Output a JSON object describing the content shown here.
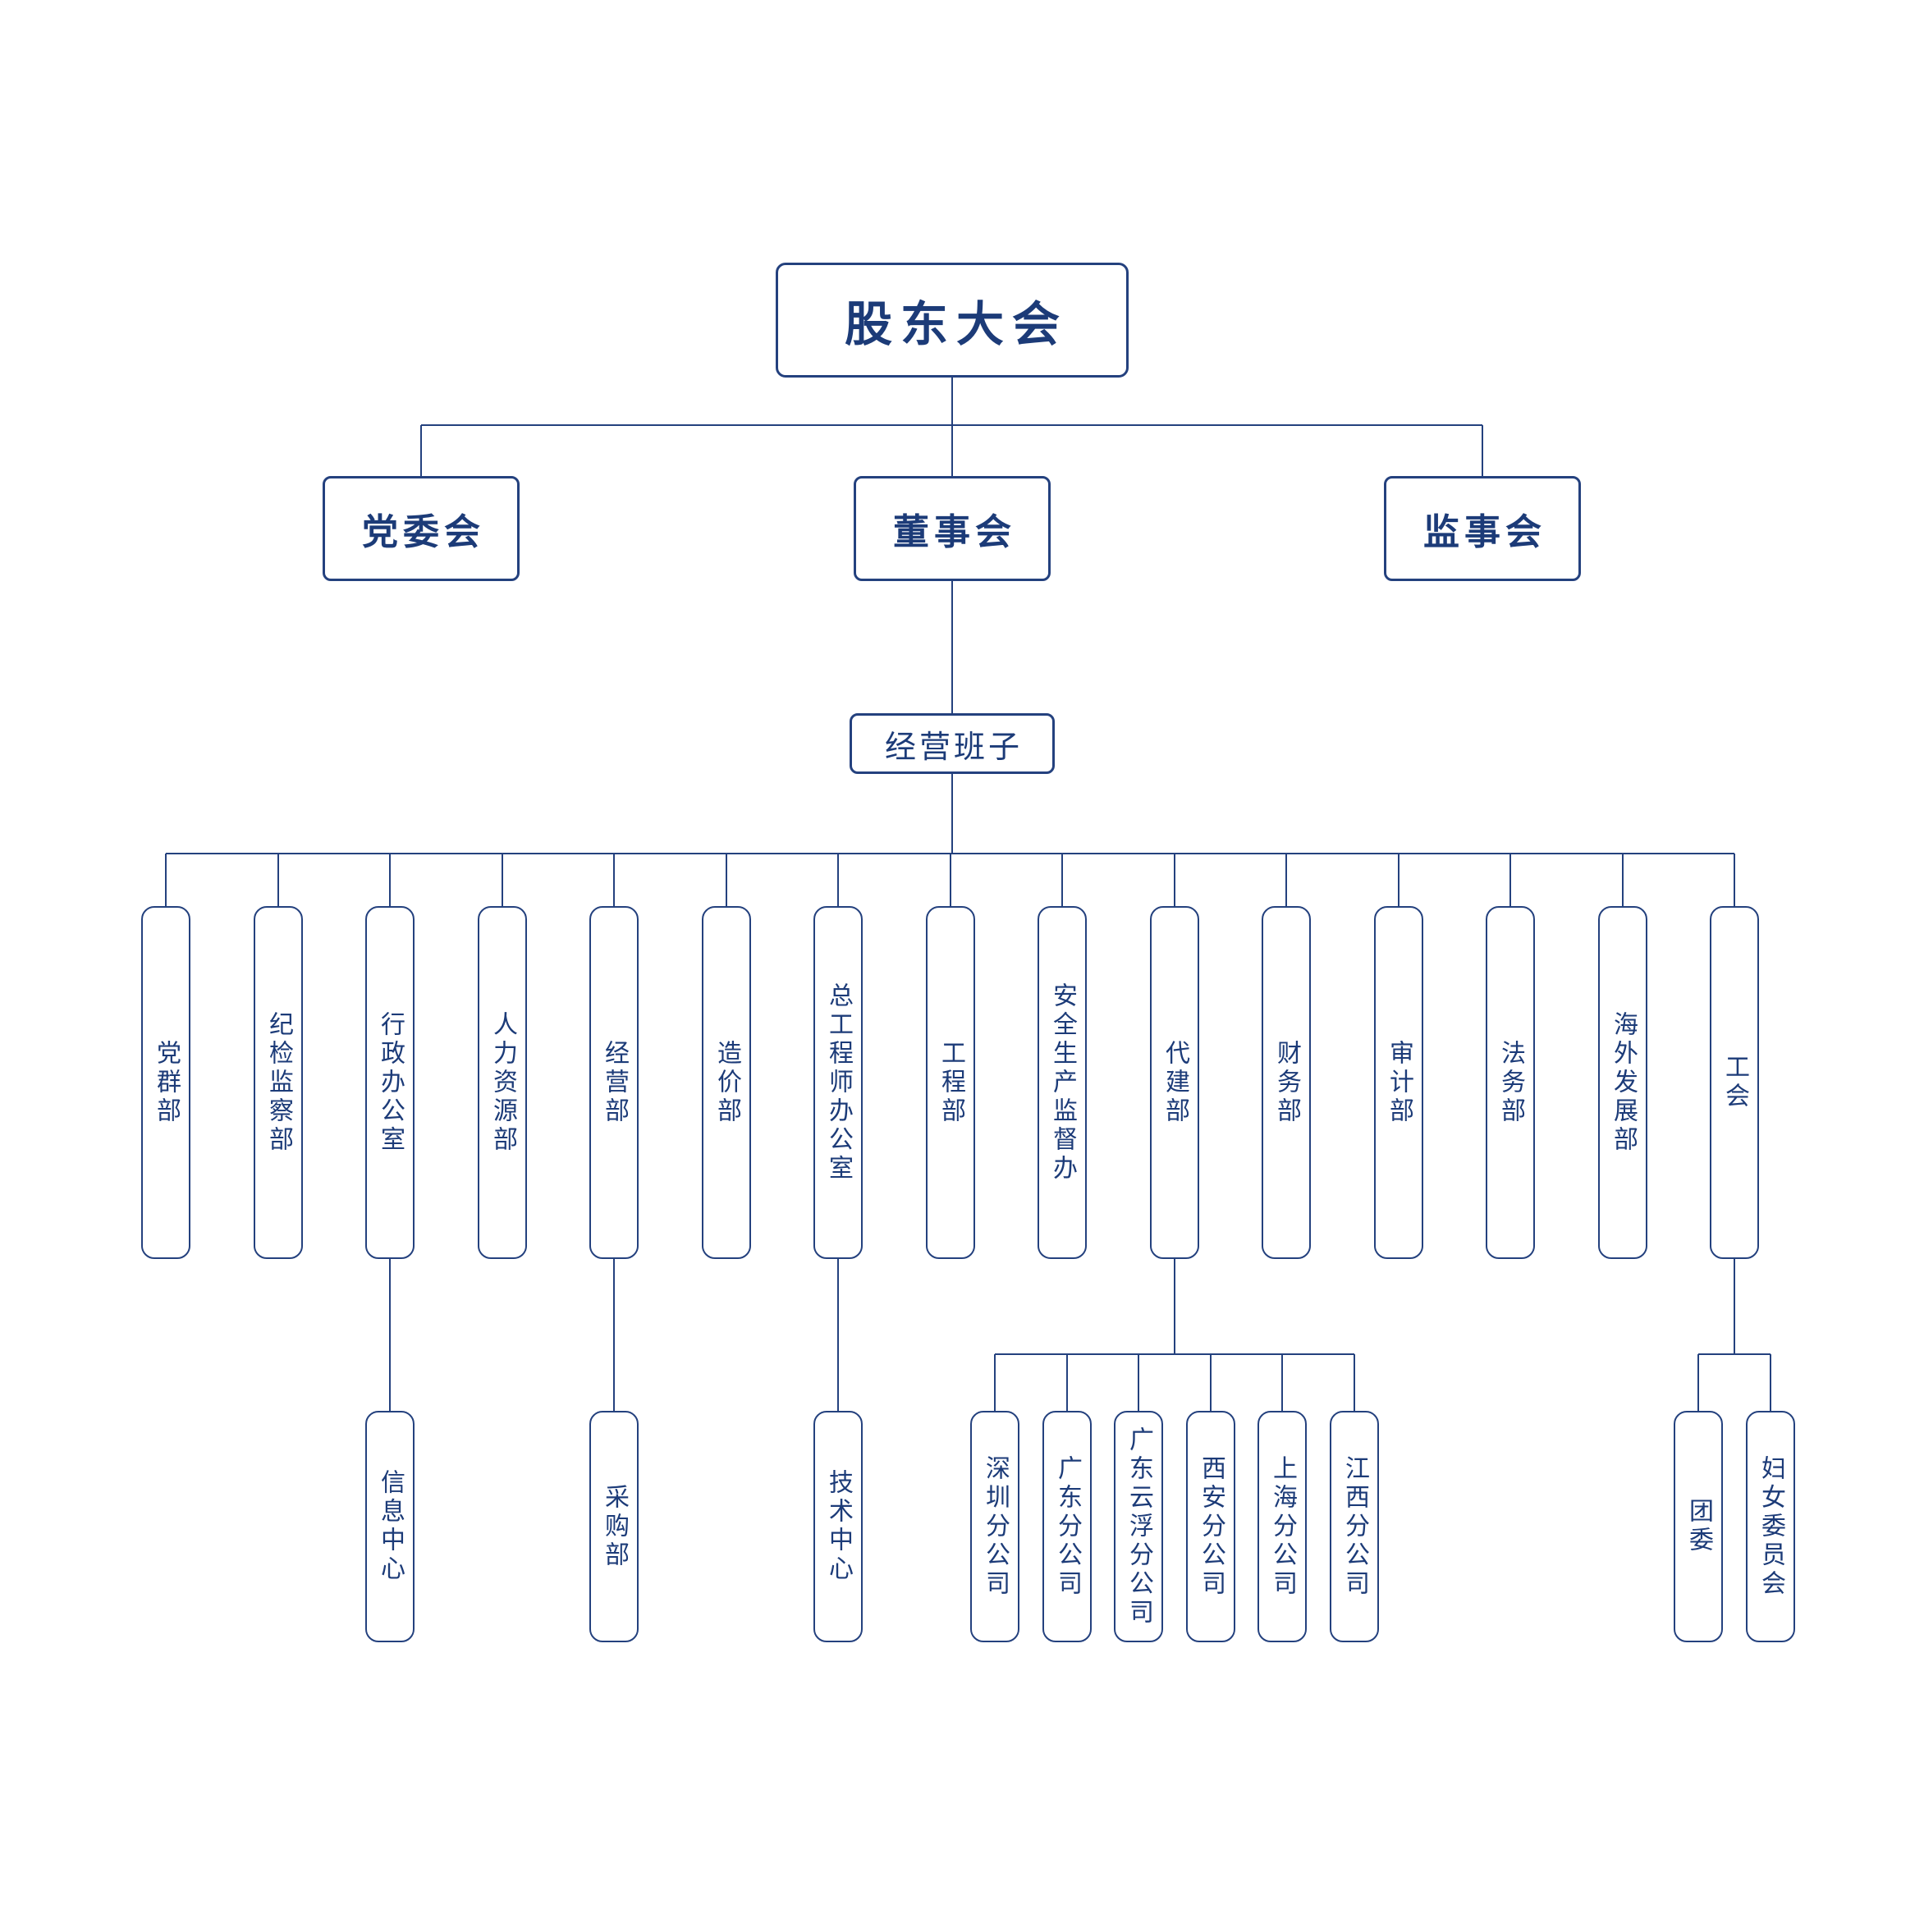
{
  "chart": {
    "root": {
      "label": "股东大会"
    },
    "level2": [
      {
        "label": "党委会"
      },
      {
        "label": "董事会"
      },
      {
        "label": "监事会"
      }
    ],
    "management": {
      "label": "经营班子"
    },
    "departments": [
      {
        "label": "党群部",
        "children": []
      },
      {
        "label": "纪检监察部",
        "children": []
      },
      {
        "label": "行政办公室",
        "children": [
          {
            "label": "信息中心"
          }
        ]
      },
      {
        "label": "人力资源部",
        "children": []
      },
      {
        "label": "经营部",
        "children": [
          {
            "label": "采购部"
          }
        ]
      },
      {
        "label": "造价部",
        "children": []
      },
      {
        "label": "总工程师办公室",
        "children": [
          {
            "label": "技术中心"
          }
        ]
      },
      {
        "label": "工程部",
        "children": []
      },
      {
        "label": "安全生产监督办",
        "children": []
      },
      {
        "label": "代建部",
        "children": [
          {
            "label": "深圳分公司"
          },
          {
            "label": "广东分公司"
          },
          {
            "label": "广东云浮分公司"
          },
          {
            "label": "西安分公司"
          },
          {
            "label": "上海分公司"
          },
          {
            "label": "江西分公司"
          }
        ]
      },
      {
        "label": "财务部",
        "children": []
      },
      {
        "label": "审计部",
        "children": []
      },
      {
        "label": "法务部",
        "children": []
      },
      {
        "label": "海外发展部",
        "children": []
      },
      {
        "label": "工会",
        "children": [
          {
            "label": "团委"
          },
          {
            "label": "妇女委员会"
          }
        ]
      }
    ],
    "colors": {
      "line": "#24417e",
      "border": "#24417e",
      "text": "#1c3b78",
      "background": "#ffffff"
    }
  }
}
